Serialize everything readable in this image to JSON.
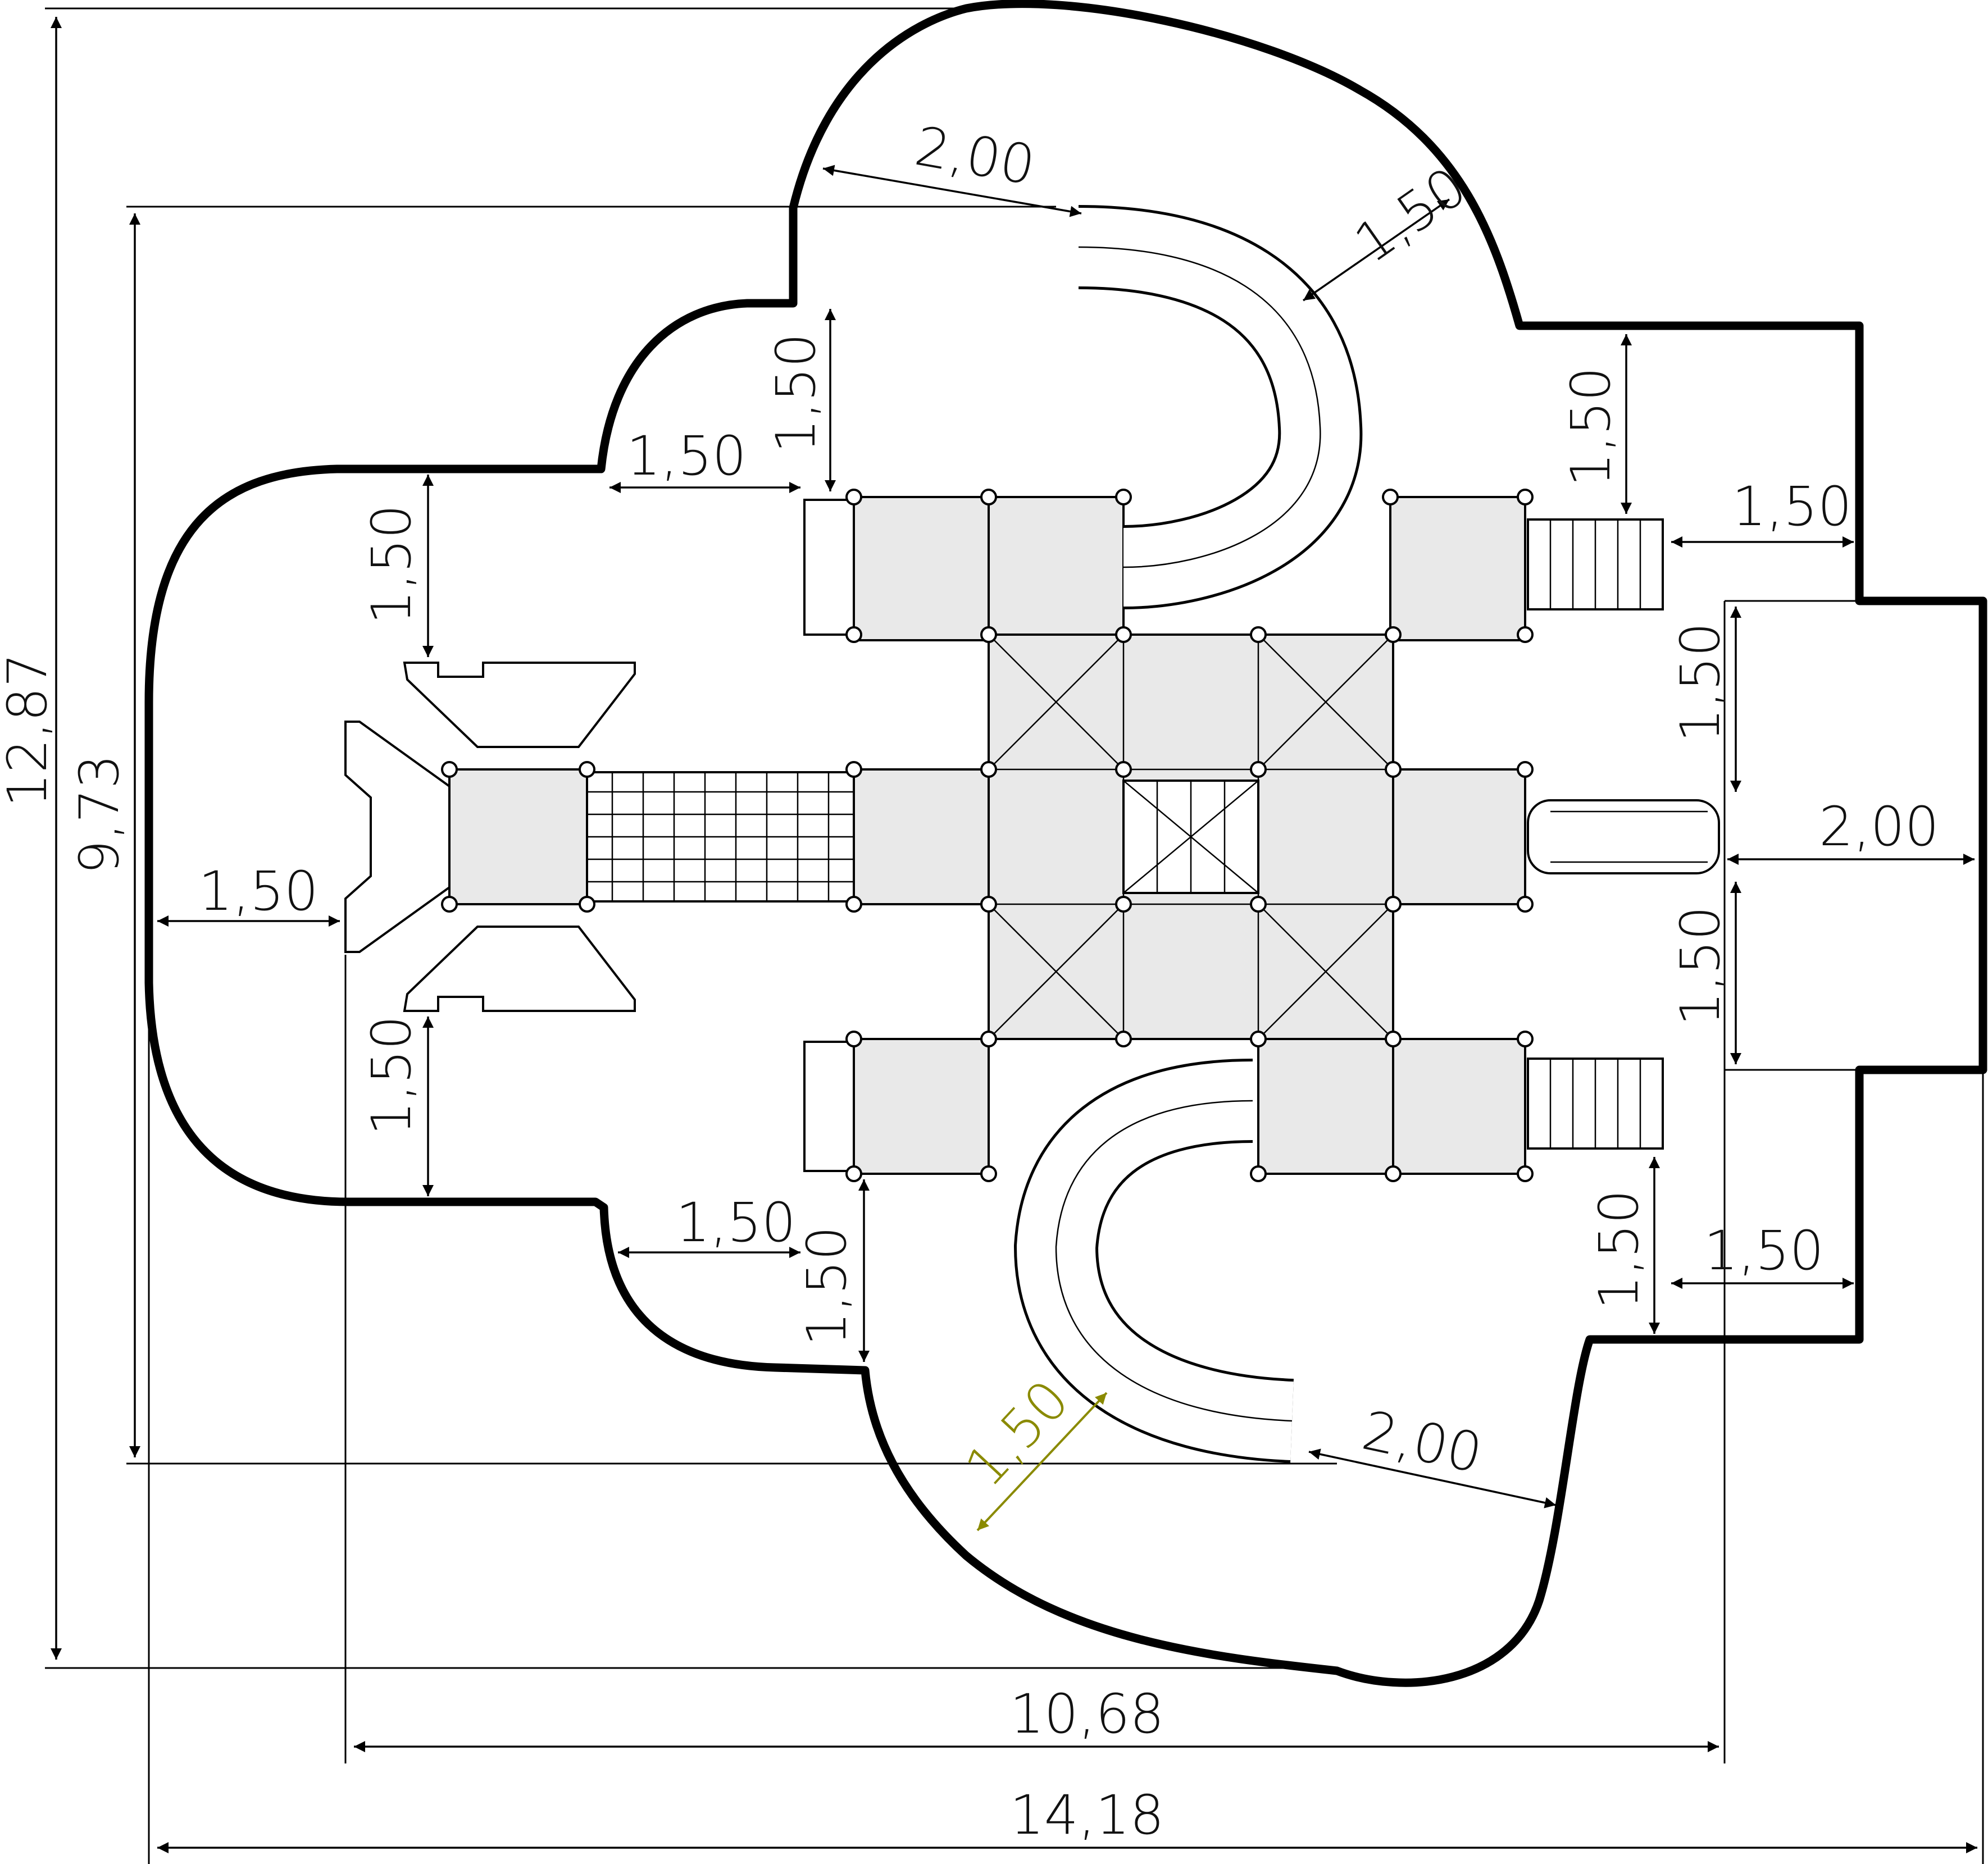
{
  "title": "",
  "accent_color": "#8a8a00",
  "line_color": "#000000",
  "dimensions": {
    "overall_height": "12,87",
    "inner_height": "9,73",
    "overall_width": "14,18",
    "inner_width": "10,68",
    "top_slide_clearance": "2,00",
    "top_slide_side": "1,50",
    "top_left_vertical": "1,50",
    "top_left_horizontal": "1,50",
    "left_upper_vertical": "1,50",
    "left_side": "1,50",
    "left_lower_vertical": "1,50",
    "bottom_left_horizontal": "1,50",
    "bottom_left_vertical": "1,50",
    "bottom_slide_side": "1,50",
    "bottom_slide_clearance": "2,00",
    "top_right_vertical": "1,50",
    "top_right_horizontal": "1,50",
    "right_upper_vertical": "1,50",
    "right_slide": "2,00",
    "right_lower_vertical": "1,50",
    "bottom_right_vertical": "1,50",
    "bottom_right_horizontal": "1,50"
  }
}
